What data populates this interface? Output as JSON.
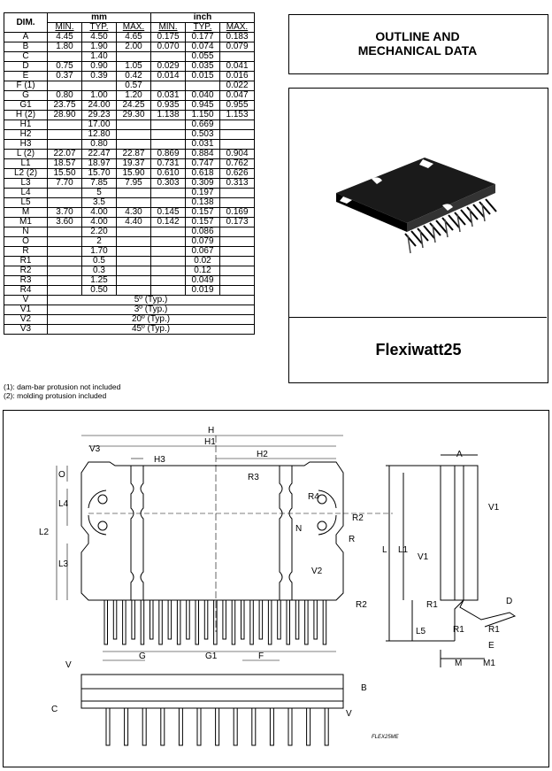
{
  "table": {
    "header": {
      "dim": "DIM.",
      "mm": "mm",
      "inch": "inch",
      "sub": [
        "MIN.",
        "TYP.",
        "MAX.",
        "MIN.",
        "TYP.",
        "MAX."
      ]
    },
    "rows": [
      {
        "dim": "A",
        "v": [
          "4.45",
          "4.50",
          "4.65",
          "0.175",
          "0.177",
          "0.183"
        ]
      },
      {
        "dim": "B",
        "v": [
          "1.80",
          "1.90",
          "2.00",
          "0.070",
          "0.074",
          "0.079"
        ]
      },
      {
        "dim": "C",
        "v": [
          "",
          "1.40",
          "",
          "",
          "0.055",
          ""
        ]
      },
      {
        "dim": "D",
        "v": [
          "0.75",
          "0.90",
          "1.05",
          "0.029",
          "0.035",
          "0.041"
        ]
      },
      {
        "dim": "E",
        "v": [
          "0.37",
          "0.39",
          "0.42",
          "0.014",
          "0.015",
          "0.016"
        ]
      },
      {
        "dim": "F (1)",
        "v": [
          "",
          "",
          "0.57",
          "",
          "",
          "0.022"
        ]
      },
      {
        "dim": "G",
        "v": [
          "0.80",
          "1.00",
          "1.20",
          "0.031",
          "0.040",
          "0.047"
        ]
      },
      {
        "dim": "G1",
        "v": [
          "23.75",
          "24.00",
          "24.25",
          "0.935",
          "0.945",
          "0.955"
        ]
      },
      {
        "dim": "H (2)",
        "v": [
          "28.90",
          "29.23",
          "29.30",
          "1.138",
          "1.150",
          "1.153"
        ]
      },
      {
        "dim": "H1",
        "v": [
          "",
          "17.00",
          "",
          "",
          "0.669",
          ""
        ]
      },
      {
        "dim": "H2",
        "v": [
          "",
          "12.80",
          "",
          "",
          "0.503",
          ""
        ]
      },
      {
        "dim": "H3",
        "v": [
          "",
          "0.80",
          "",
          "",
          "0.031",
          ""
        ]
      },
      {
        "dim": "L (2)",
        "v": [
          "22.07",
          "22.47",
          "22.87",
          "0.869",
          "0.884",
          "0.904"
        ]
      },
      {
        "dim": "L1",
        "v": [
          "18.57",
          "18.97",
          "19.37",
          "0.731",
          "0.747",
          "0.762"
        ]
      },
      {
        "dim": "L2 (2)",
        "v": [
          "15.50",
          "15.70",
          "15.90",
          "0.610",
          "0.618",
          "0.626"
        ]
      },
      {
        "dim": "L3",
        "v": [
          "7.70",
          "7.85",
          "7.95",
          "0.303",
          "0.309",
          "0.313"
        ]
      },
      {
        "dim": "L4",
        "v": [
          "",
          "5",
          "",
          "",
          "0.197",
          ""
        ]
      },
      {
        "dim": "L5",
        "v": [
          "",
          "3.5",
          "",
          "",
          "0.138",
          ""
        ]
      },
      {
        "dim": "M",
        "v": [
          "3.70",
          "4.00",
          "4.30",
          "0.145",
          "0.157",
          "0.169"
        ]
      },
      {
        "dim": "M1",
        "v": [
          "3.60",
          "4.00",
          "4.40",
          "0.142",
          "0.157",
          "0.173"
        ]
      },
      {
        "dim": "N",
        "v": [
          "",
          "2.20",
          "",
          "",
          "0.086",
          ""
        ]
      },
      {
        "dim": "O",
        "v": [
          "",
          "2",
          "",
          "",
          "0.079",
          ""
        ]
      },
      {
        "dim": "R",
        "v": [
          "",
          "1.70",
          "",
          "",
          "0.067",
          ""
        ]
      },
      {
        "dim": "R1",
        "v": [
          "",
          "0.5",
          "",
          "",
          "0.02",
          ""
        ]
      },
      {
        "dim": "R2",
        "v": [
          "",
          "0.3",
          "",
          "",
          "0.12",
          ""
        ]
      },
      {
        "dim": "R3",
        "v": [
          "",
          "1.25",
          "",
          "",
          "0.049",
          ""
        ]
      },
      {
        "dim": "R4",
        "v": [
          "",
          "0.50",
          "",
          "",
          "0.019",
          ""
        ]
      }
    ],
    "angles": [
      {
        "dim": "V",
        "text": "5º (Typ.)"
      },
      {
        "dim": "V1",
        "text": "3º (Typ.)"
      },
      {
        "dim": "V2",
        "text": "20º (Typ.)"
      },
      {
        "dim": "V3",
        "text": "45º (Typ.)"
      }
    ]
  },
  "notes": [
    "(1): dam-bar protusion not included",
    "(2): molding protusion included"
  ],
  "title": {
    "line1": "OUTLINE AND",
    "line2": "MECHANICAL DATA"
  },
  "package_name": "Flexiwatt25",
  "drawing": {
    "labels": {
      "H": "H",
      "H1": "H1",
      "H2": "H2",
      "H3": "H3",
      "V3": "V3",
      "O": "O",
      "L4": "L4",
      "L2": "L2",
      "L3": "L3",
      "R3": "R3",
      "R4": "R4",
      "R2a": "R2",
      "R2b": "R2",
      "N": "N",
      "R": "R",
      "V2": "V2",
      "G": "G",
      "G1": "G1",
      "F": "F",
      "V": "V",
      "B": "B",
      "C": "C",
      "Vb": "V",
      "A": "A",
      "V1a": "V1",
      "V1b": "V1",
      "L": "L",
      "L1": "L1",
      "D": "D",
      "R1a": "R1",
      "R1b": "R1",
      "R1c": "R1",
      "L5": "L5",
      "E": "E",
      "M": "M",
      "M1": "M1"
    },
    "code": "FLEX25ME"
  }
}
